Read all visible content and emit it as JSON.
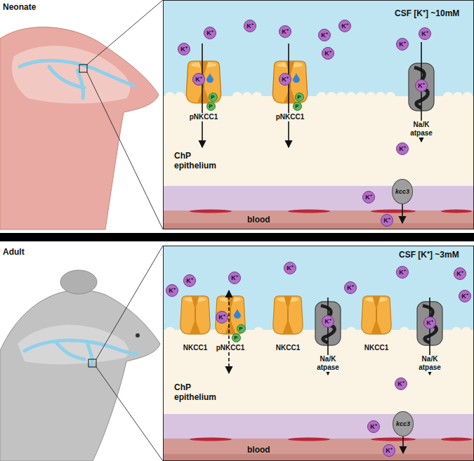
{
  "diagram": {
    "nodes": [
      {
        "text": [
          "CSF [K⁺] ~10mM"
        ]
      },
      {
        "text": [
          "K⁺"
        ],
        "in": 0
      },
      {
        "text": [
          "K⁺"
        ],
        "in": 0
      },
      {
        "text": [
          "K⁺"
        ],
        "in": 0
      },
      {
        "text": [
          "K⁺"
        ],
        "in": 0
      },
      {
        "text": [
          "K⁺"
        ],
        "in": 0
      },
      {
        "text": [
          "K⁺"
        ],
        "in": 0
      },
      {
        "text": [
          "K⁺"
        ],
        "in": 0
      },
      {
        "text": [
          "K⁺"
        ],
        "in": 0
      },
      {
        "text": [
          "K⁺"
        ],
        "in": 0
      },
      {
        "text": [
          "pNKCC1"
        ]
      },
      {
        "text": [
          "K⁺"
        ],
        "in": 10
      },
      {
        "text": [
          "P"
        ],
        "in": 10
      },
      {
        "text": [
          "P"
        ],
        "in": 10
      },
      {
        "text": [
          "pNKCC1"
        ]
      },
      {
        "text": [
          "K⁺"
        ],
        "in": 14
      },
      {
        "text": [
          "P"
        ],
        "in": 14
      },
      {
        "text": [
          "P"
        ],
        "in": 14
      },
      {
        "text": [
          "Na/K atpase"
        ]
      },
      {
        "text": [
          "K⁺"
        ],
        "in": 18
      },
      {
        "text": [
          "ChP epithelium"
        ]
      },
      {
        "text": [
          "K⁺"
        ],
        "in": 20
      },
      {
        "text": [
          "kcc3"
        ]
      },
      {
        "text": [
          "K⁺"
        ]
      },
      {
        "text": [
          "blood"
        ]
      },
      {
        "text": [
          "K⁺"
        ],
        "in": 24
      },
      {
        "text": [
          "CSF [K⁺] ~3mM"
        ]
      },
      {
        "text": [
          "K⁺"
        ],
        "in": 26
      },
      {
        "text": [
          "K⁺"
        ],
        "in": 26
      },
      {
        "text": [
          "K⁺"
        ],
        "in": 26
      },
      {
        "text": [
          "K⁺"
        ],
        "in": 26
      },
      {
        "text": [
          "K⁺"
        ],
        "in": 26
      },
      {
        "text": [
          "K⁺"
        ],
        "in": 26
      },
      {
        "text": [
          "K⁺"
        ],
        "in": 26
      },
      {
        "text": [
          "K⁺"
        ],
        "in": 26
      },
      {
        "text": [
          "NKCC1"
        ]
      },
      {
        "text": [
          "pNKCC1"
        ]
      },
      {
        "text": [
          "K⁺"
        ],
        "in": 36
      },
      {
        "text": [
          "P"
        ],
        "in": 36
      },
      {
        "text": [
          "P"
        ],
        "in": 36
      },
      {
        "text": [
          "NKCC1"
        ]
      },
      {
        "text": [
          "Na/K atpase"
        ]
      },
      {
        "text": [
          "K⁺"
        ],
        "in": 41
      },
      {
        "text": [
          "NKCC1"
        ]
      },
      {
        "text": [
          "Na/K atpase"
        ]
      },
      {
        "text": [
          "K⁺"
        ],
        "in": 44
      },
      {
        "text": [
          "ChP epithelium"
        ]
      },
      {
        "text": [
          "K⁺"
        ],
        "in": 46
      },
      {
        "text": [
          "kcc3"
        ]
      },
      {
        "text": [
          "K⁺"
        ]
      },
      {
        "text": [
          "blood"
        ]
      },
      {
        "text": [
          "K⁺"
        ],
        "in": 50
      }
    ],
    "labels": [
      "Neonate",
      "Adult"
    ]
  }
}
